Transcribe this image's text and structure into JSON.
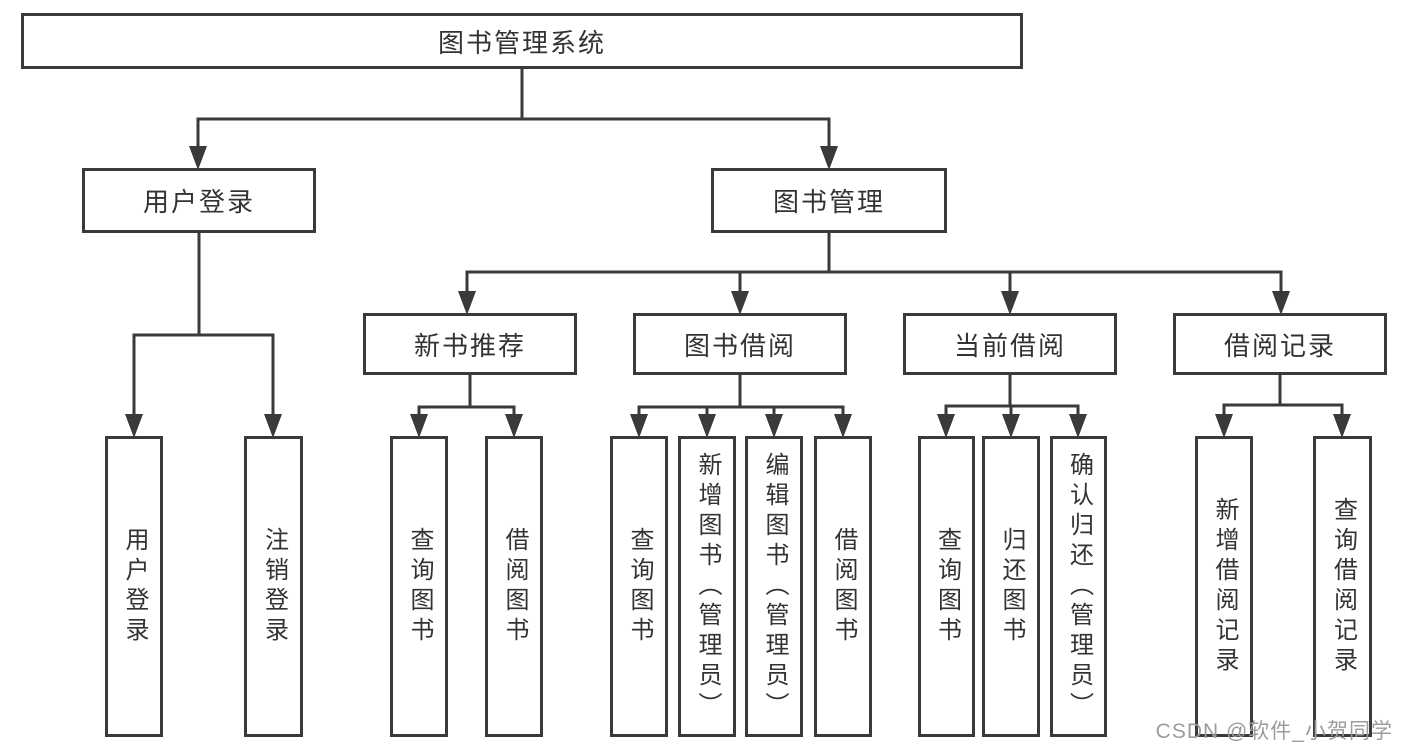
{
  "diagram": {
    "root": {
      "label": "图书管理系统"
    },
    "branches": [
      {
        "label": "用户登录",
        "children": [
          {
            "label": "用户登录"
          },
          {
            "label": "注销登录"
          }
        ]
      },
      {
        "label": "图书管理",
        "children": [
          {
            "label": "新书推荐",
            "children": [
              {
                "label": "查询图书"
              },
              {
                "label": "借阅图书"
              }
            ]
          },
          {
            "label": "图书借阅",
            "children": [
              {
                "label": "查询图书"
              },
              {
                "label": "新增图书（管理员）"
              },
              {
                "label": "编辑图书（管理员）"
              },
              {
                "label": "借阅图书"
              }
            ]
          },
          {
            "label": "当前借阅",
            "children": [
              {
                "label": "查询图书"
              },
              {
                "label": "归还图书"
              },
              {
                "label": "确认归还（管理员）"
              }
            ]
          },
          {
            "label": "借阅记录",
            "children": [
              {
                "label": "新增借阅记录"
              },
              {
                "label": "查询借阅记录"
              }
            ]
          }
        ]
      }
    ]
  },
  "watermark": {
    "text": "CSDN @软件_小贺同学"
  },
  "colors": {
    "line": "#3a3a3a",
    "text": "#333333",
    "watermark": "#9c9c9c",
    "background": "#ffffff"
  }
}
